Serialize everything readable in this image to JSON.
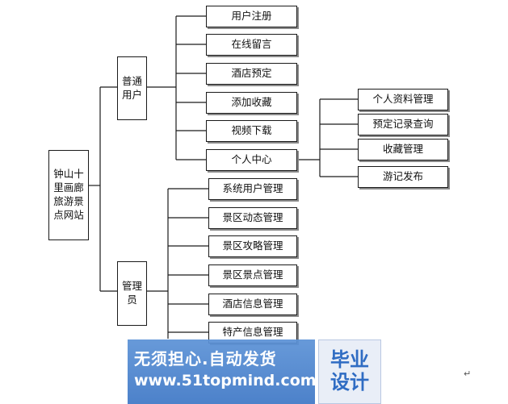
{
  "diagram": {
    "root": "钟山十里画廊旅游景点网站",
    "branches": [
      {
        "label": "普通用户",
        "items": [
          "用户注册",
          "在线留言",
          "酒店预定",
          "添加收藏",
          "视频下载",
          "个人中心"
        ],
        "sub": {
          "parent": "个人中心",
          "items": [
            "个人资料管理",
            "预定记录查询",
            "收藏管理",
            "游记发布"
          ]
        }
      },
      {
        "label": "管理员",
        "items": [
          "系统用户管理",
          "景区动态管理",
          "景区攻略管理",
          "景区景点管理",
          "酒店信息管理",
          "特产信息管理"
        ]
      }
    ]
  },
  "watermark": {
    "line1": "无须担心.自动发货",
    "line2": "www.51topmind.com",
    "badge_line1": "毕业",
    "badge_line2": "设计"
  },
  "paragraph_mark": "↵",
  "colors": {
    "line": "#1a1a1a",
    "watermark_blue": "#3f78c6",
    "badge_text": "#2f6cc3"
  }
}
